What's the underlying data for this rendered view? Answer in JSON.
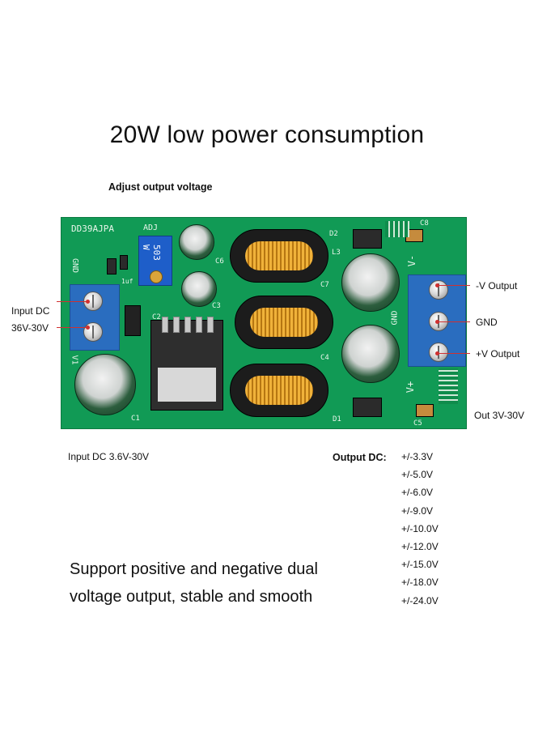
{
  "title": "20W low power consumption",
  "callouts": {
    "adjust": "Adjust output voltage",
    "input_dc": "Input DC",
    "input_range": "36V-30V",
    "neg_output": "-V Output",
    "gnd": "GND",
    "pos_output": "+V Output",
    "out_range": "Out 3V-30V"
  },
  "board_silk": {
    "model": "DD39AJPA",
    "adj": "ADJ",
    "pot_marking": "503 W",
    "gnd_left": "GND",
    "v1": "V1",
    "gnd_right": "GND",
    "vminus": "V-",
    "vplus": "V+",
    "c1": "C1",
    "c2": "C2",
    "c3": "C3",
    "c4": "C4",
    "c5": "C5",
    "c6": "C6",
    "c7": "C7",
    "c8": "C8",
    "d1": "D1",
    "d2": "D2",
    "l3": "L3",
    "cap_uf": "1uf"
  },
  "specs": {
    "input_label": "Input DC 3.6V-30V",
    "output_label": "Output DC:",
    "output_values": [
      "+/-3.3V",
      "+/-5.0V",
      "+/-6.0V",
      "+/-9.0V",
      "+/-10.0V",
      "+/-12.0V",
      "+/-15.0V",
      "+/-18.0V",
      "+/-24.0V"
    ]
  },
  "tagline": {
    "line1": "Support positive and negative dual",
    "line2": "voltage output, stable and smooth"
  },
  "colors": {
    "pcb": "#119a55",
    "terminal": "#2a6dbf",
    "leader": "#d03030",
    "coil": "#f0b23a"
  }
}
